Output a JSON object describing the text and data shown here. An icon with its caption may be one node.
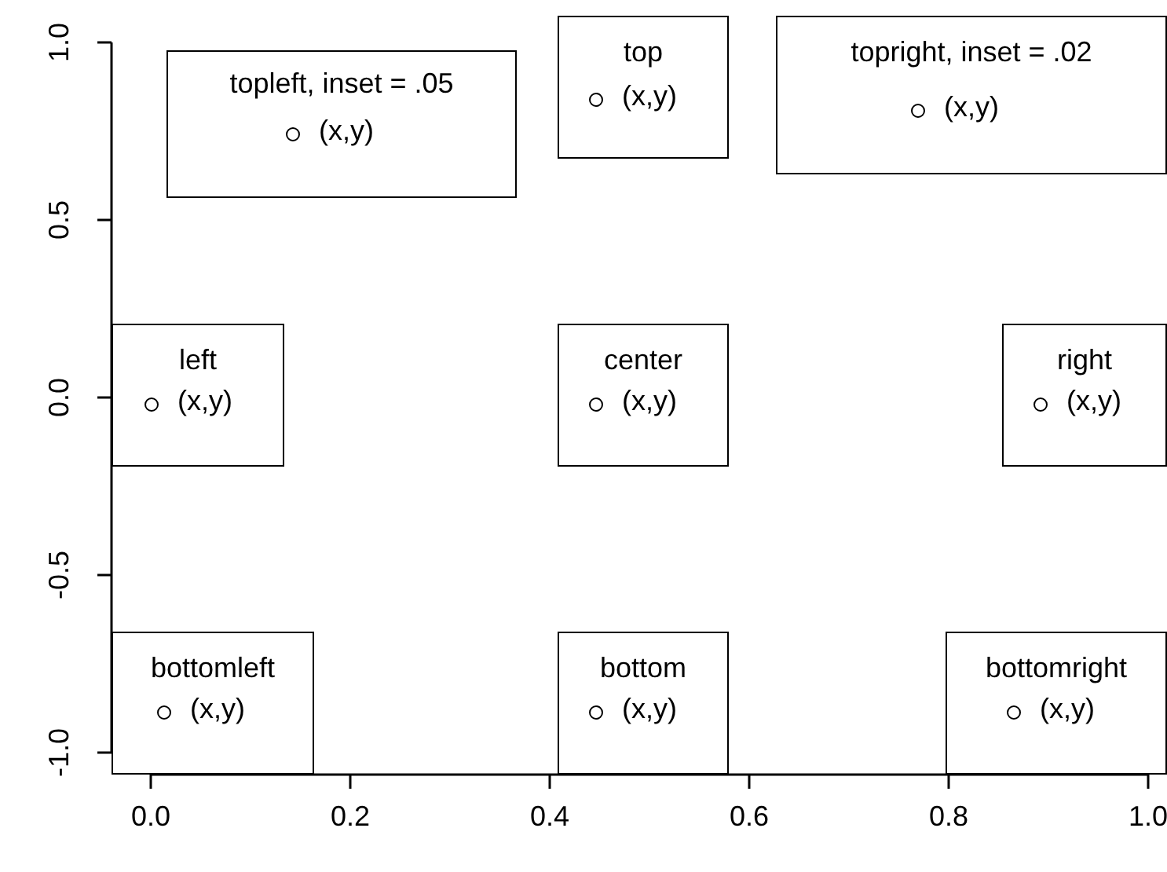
{
  "diagram": {
    "nodes": [
      {
        "text": [
          "topleft, inset = .05",
          "(x,y)"
        ]
      },
      {
        "text": [
          "top",
          "(x,y)"
        ]
      },
      {
        "text": [
          "topright, inset = .02",
          "(x,y)"
        ]
      },
      {
        "text": [
          "left",
          "(x,y)"
        ]
      },
      {
        "text": [
          "center",
          "(x,y)"
        ]
      },
      {
        "text": [
          "right",
          "(x,y)"
        ]
      },
      {
        "text": [
          "bottomleft",
          "(x,y)"
        ]
      },
      {
        "text": [
          "bottom",
          "(x,y)"
        ]
      },
      {
        "text": [
          "bottomright",
          "(x,y)"
        ]
      }
    ],
    "labels": [
      "1.0",
      "0.5",
      "0.0",
      "-0.5",
      "-1.0",
      "0.0",
      "0.2",
      "0.4",
      "0.6",
      "0.8",
      "1.0"
    ]
  }
}
